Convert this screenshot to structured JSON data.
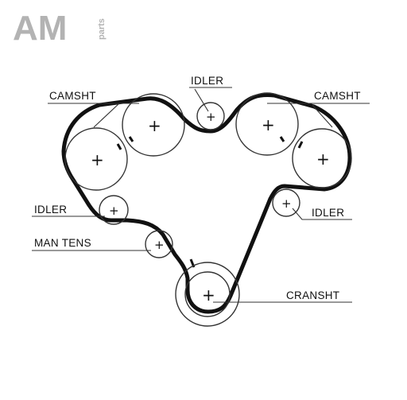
{
  "logo": {
    "mark": "AM",
    "sub": "parts",
    "color": "#b3b3b3"
  },
  "labels": {
    "camshaft_left": "CAMSHT",
    "camshaft_right": "CAMSHT",
    "idler_top": "IDLER",
    "idler_left": "IDLER",
    "idler_right": "IDLER",
    "man_tens": "MAN TENS",
    "crankshaft": "CRANSHT"
  },
  "colors": {
    "belt": "#111111",
    "outline": "#333333"
  }
}
